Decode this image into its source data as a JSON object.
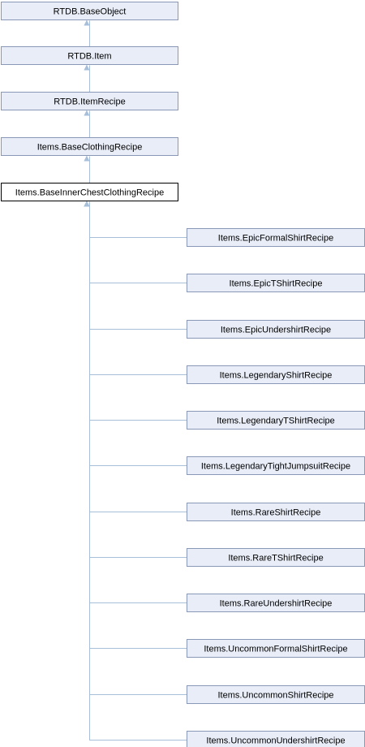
{
  "colors": {
    "node_fill": "#e8edf7",
    "node_border": "#8a98b8",
    "focus_fill": "#ffffff",
    "focus_border": "#000000",
    "edge": "#a7bfd8",
    "arrow": "#a7bfd8"
  },
  "ancestors": [
    {
      "id": "base-object",
      "label": "RTDB.BaseObject"
    },
    {
      "id": "item",
      "label": "RTDB.Item"
    },
    {
      "id": "item-recipe",
      "label": "RTDB.ItemRecipe"
    },
    {
      "id": "base-clothing-recipe",
      "label": "Items.BaseClothingRecipe"
    }
  ],
  "focus": {
    "id": "base-inner-chest-clothing-recipe",
    "label": "Items.BaseInnerChestClothingRecipe"
  },
  "children": [
    {
      "id": "epic-formal-shirt-recipe",
      "label": "Items.EpicFormalShirtRecipe"
    },
    {
      "id": "epic-tshirt-recipe",
      "label": "Items.EpicTShirtRecipe"
    },
    {
      "id": "epic-undershirt-recipe",
      "label": "Items.EpicUndershirtRecipe"
    },
    {
      "id": "legendary-shirt-recipe",
      "label": "Items.LegendaryShirtRecipe"
    },
    {
      "id": "legendary-tshirt-recipe",
      "label": "Items.LegendaryTShirtRecipe"
    },
    {
      "id": "legendary-tight-jumpsuit-recipe",
      "label": "Items.LegendaryTightJumpsuitRecipe"
    },
    {
      "id": "rare-shirt-recipe",
      "label": "Items.RareShirtRecipe"
    },
    {
      "id": "rare-tshirt-recipe",
      "label": "Items.RareTShirtRecipe"
    },
    {
      "id": "rare-undershirt-recipe",
      "label": "Items.RareUndershirtRecipe"
    },
    {
      "id": "uncommon-formal-shirt-recipe",
      "label": "Items.UncommonFormalShirtRecipe"
    },
    {
      "id": "uncommon-shirt-recipe",
      "label": "Items.UncommonShirtRecipe"
    },
    {
      "id": "uncommon-undershirt-recipe",
      "label": "Items.UncommonUndershirtRecipe"
    }
  ]
}
